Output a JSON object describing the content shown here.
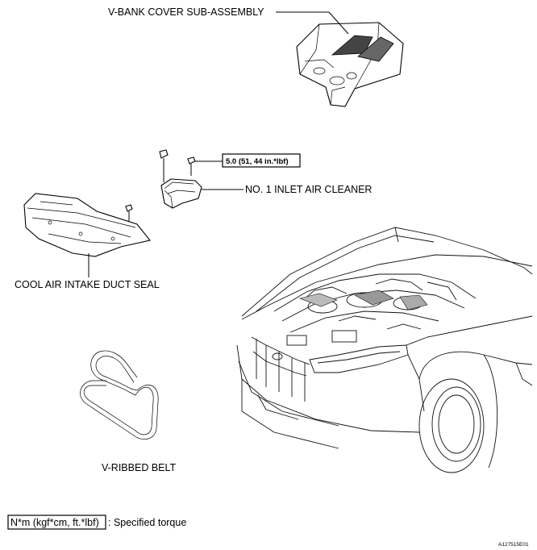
{
  "labels": {
    "v_bank_cover": "V-BANK COVER SUB-ASSEMBLY",
    "torque_value": "5.0 (51, 44 in.*lbf)",
    "inlet_air_cleaner": "NO. 1 INLET AIR CLEANER",
    "duct_seal": "COOL AIR INTAKE DUCT SEAL",
    "ribbed_belt": "V-RIBBED BELT"
  },
  "legend": {
    "unit_box": "N*m (kgf*cm, ft.*lbf)",
    "description": ": Specified torque"
  },
  "figure_id": "A127515E01"
}
